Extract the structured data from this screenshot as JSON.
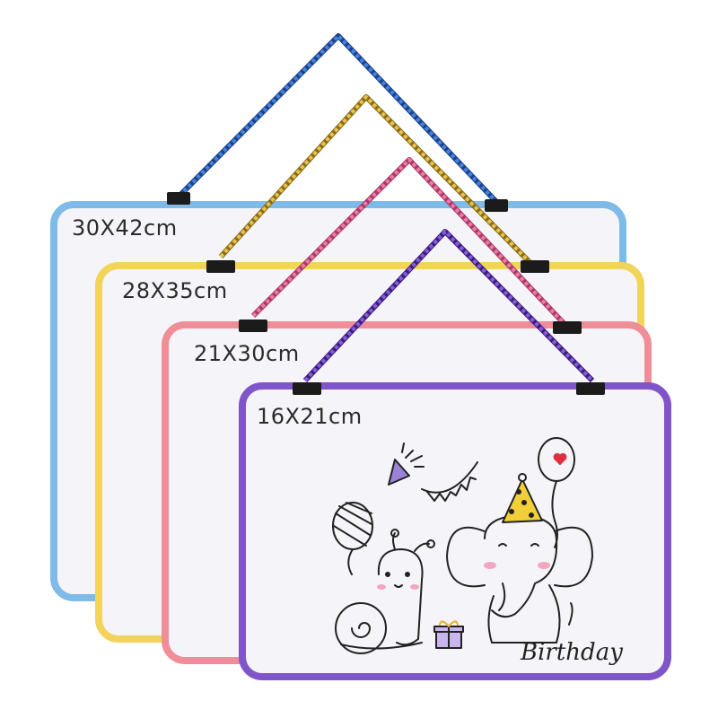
{
  "boards": [
    {
      "label": "30X42cm",
      "frame_color": "#7fbbe8",
      "cord_color": "#2f6fd1"
    },
    {
      "label": "28X35cm",
      "frame_color": "#f3d45a",
      "cord_color": "#d9b03a"
    },
    {
      "label": "21X30cm",
      "frame_color": "#ef8d98",
      "cord_color": "#e0628a"
    },
    {
      "label": "16X21cm",
      "frame_color": "#7f55c9",
      "cord_color": "#6a3fc4"
    }
  ],
  "illustration": {
    "caption": "Birthday",
    "icons": [
      "party-hat-icon",
      "bunting-icon",
      "balloon-heart-icon",
      "striped-balloon-icon",
      "snail-icon",
      "elephant-icon",
      "gift-box-icon"
    ]
  },
  "colors": {
    "clip": "#1b1b1b",
    "hat": "#f2cf3a",
    "cheek": "#f3a7bf",
    "party_hat_small": "#9a82d6"
  }
}
